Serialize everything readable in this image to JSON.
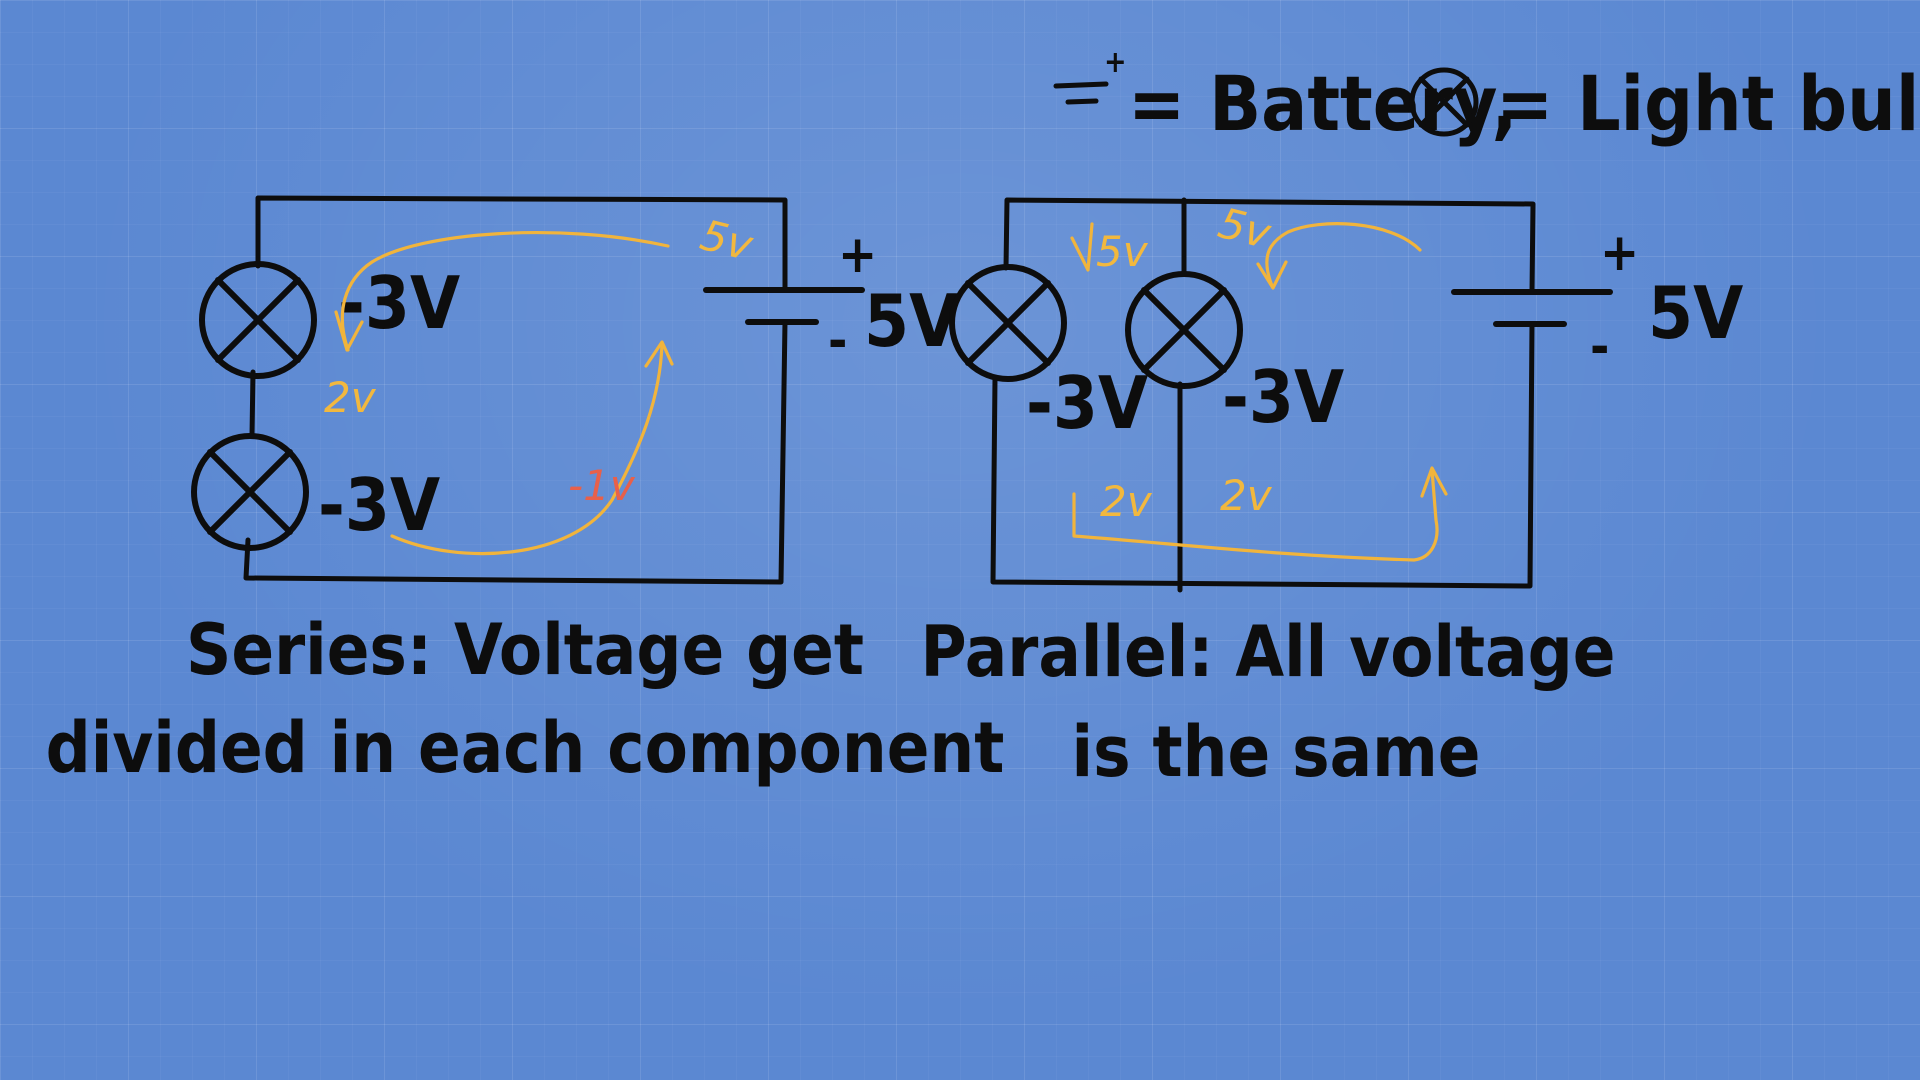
{
  "legend": {
    "battery_label": "= Battery,",
    "bulb_label": "= Light bulb",
    "plus_sign": "+"
  },
  "series": {
    "bulb_top_label": "-3V",
    "bulb_bottom_label": "-3V",
    "battery_voltage": "5V",
    "plus_sign": "+",
    "minus_sign": "-",
    "note_top": "5v",
    "note_middle": "2v",
    "note_bottom": "-1v",
    "caption_line1": "Series: Voltage get",
    "caption_line2": "divided in each component"
  },
  "parallel": {
    "bulb_left_label": "-3V",
    "bulb_right_label": "-3V",
    "battery_voltage": "5V",
    "plus_sign": "+",
    "minus_sign": "-",
    "note_left_top": "5v",
    "note_right_top": "5v",
    "note_left_bottom": "2v",
    "note_right_bottom": "2v",
    "caption_line1": "Parallel: All voltage",
    "caption_line2": "is the same"
  },
  "colors": {
    "background": "#5b88d2",
    "ink": "#0d0d0d",
    "annotation": "#f2b83e",
    "annotation_negative": "#e8604a"
  }
}
